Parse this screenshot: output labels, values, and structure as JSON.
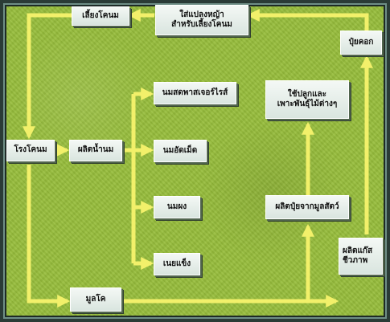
{
  "nodes": {
    "feed_cattle": "เลี้ยงโคนม",
    "fertilize_grass": "ใส่แปลงหญ้า\nสำหรับเลี้ยงโคนม",
    "manure_fertilizer": "ปุ๋ยคอก",
    "dairy_farm": "โรงโคนม",
    "milk_production": "ผลิตน้ำนม",
    "pasteurized_milk": "นมสดพาสเจอร์ไรส์",
    "milk_tablets": "นมอัดเม็ด",
    "milk_powder": "นมผง",
    "hard_butter": "เนยแข็ง",
    "plant_use": "ใช้ปลูกและ\nเพาะพันธุ์ไม้ต่างๆ",
    "animal_fertilizer": "ผลิตปุ๋ยจากมูลสัตว์",
    "biogas": "ผลิตแก๊ส\nชีวภาพ",
    "cow_dung": "มูลโค"
  },
  "colors": {
    "background": "#97bd3b",
    "arrow": "#f2f06a",
    "box": "#e8f0ec"
  }
}
